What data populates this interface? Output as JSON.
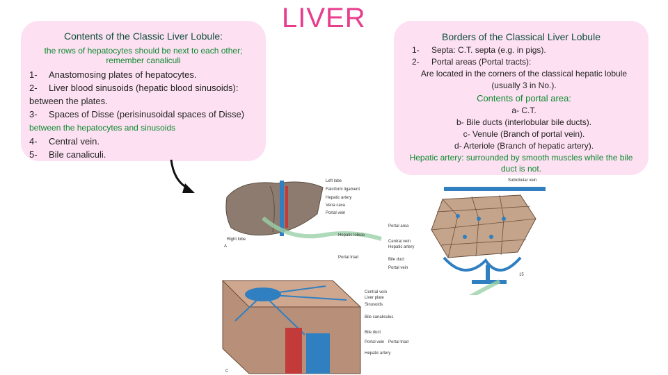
{
  "page_title": "LIVER",
  "left_box": {
    "heading": "Contents of the Classic Liver Lobule:",
    "note": "the rows of hepatocytes should be next to each other; remember canaliculi",
    "items": [
      {
        "num": "1-",
        "text": "Anastomosing plates of hepatocytes."
      },
      {
        "num": "2-",
        "text": "Liver blood sinusoids (hepatic blood sinusoids): between the plates."
      },
      {
        "num": "3-",
        "text": "Spaces of Disse (perisinusoidal spaces of Disse)",
        "green_suffix": "between the hepatocytes and sinusoids"
      },
      {
        "num": "4-",
        "text": "Central vein."
      },
      {
        "num": "5-",
        "text": "Bile canaliculi."
      }
    ]
  },
  "right_box": {
    "heading": "Borders of the Classical Liver Lobule",
    "items": [
      {
        "num": "1-",
        "text": "Septa: C.T. septa (e.g. in pigs)."
      },
      {
        "num": "2-",
        "text": "Portal areas (Portal tracts):"
      }
    ],
    "portal_note": "Are located in the corners of the classical hepatic lobule (usually 3 in No.).",
    "contents_heading": "Contents of portal area:",
    "contents": [
      "a- C.T.",
      "b- Bile ducts (interlobular bile ducts).",
      "c- Venule (Branch of portal vein).",
      "d- Arteriole (Branch of hepatic artery)."
    ],
    "artery_note": "Hepatic artery: surrounded by smooth muscles while the bile duct is not."
  },
  "liver_diagram": {
    "labels": [
      "Left lobe",
      "Falciform ligament",
      "Hepatic artery",
      "Vena cava",
      "Portal vein",
      "Right lobe",
      "Hepatic lobule",
      "Portal triad"
    ],
    "panel_letter": "A"
  },
  "lobule_diagram": {
    "labels": [
      "Sublobular vein",
      "Portal area",
      "Central vein",
      "Hepatic artery",
      "Bile duct",
      "Portal vein"
    ],
    "page_number": "15"
  },
  "sinusoid_diagram": {
    "labels": [
      "Central vein",
      "Liver plate",
      "Sinusoids",
      "Bile canaliculus",
      "Bile duct",
      "Portal vein",
      "Hepatic artery",
      "Portal triad"
    ],
    "panel_letter": "C"
  },
  "colors": {
    "title": "#e83c8f",
    "box_bg": "#fde0f2",
    "green_text": "#0c8a2e",
    "heading_text": "#0d4d3a"
  }
}
